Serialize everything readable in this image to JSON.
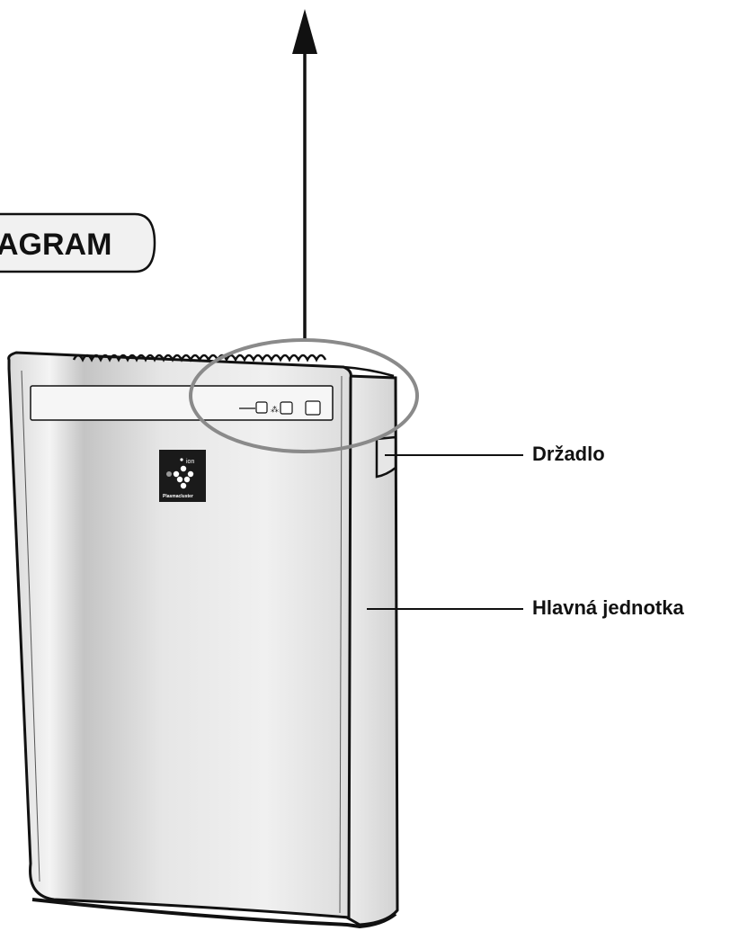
{
  "heading": {
    "text": "AGRAM"
  },
  "labels": {
    "handle": "Držadlo",
    "main_unit": "Hlavná jednotka"
  },
  "logo": {
    "ion_text": "ion",
    "brand_text": "Plasmacluster"
  },
  "colors": {
    "outline": "#111111",
    "highlight_ellipse": "#8a8a8a",
    "body_light": "#f2f2f2",
    "body_mid": "#c9c9c9",
    "logo_bg": "#1a1a1a"
  }
}
